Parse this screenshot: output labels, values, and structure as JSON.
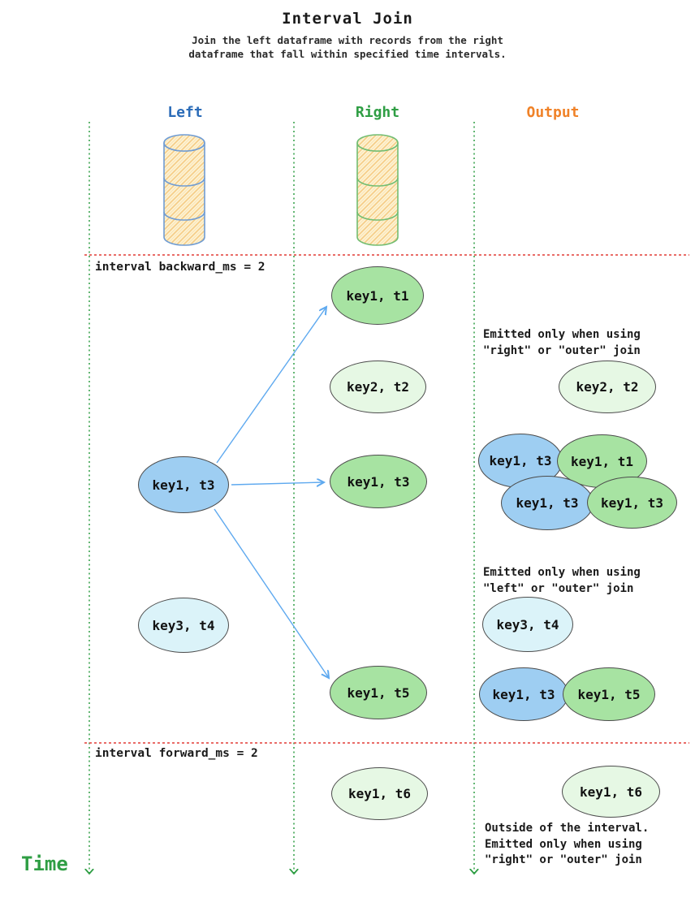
{
  "title": "Interval Join",
  "subtitle": {
    "line1": "Join the left dataframe with records from the right",
    "line2": "dataframe that fall within specified time intervals."
  },
  "columns": {
    "left_label": "Left",
    "right_label": "Right",
    "output_label": "Output"
  },
  "intervals": {
    "backward_label": "interval backward_ms = 2",
    "forward_label": "interval forward_ms = 2"
  },
  "time_label": "Time",
  "annotations": {
    "right_outer": {
      "line1": "Emitted only when using",
      "line2": "\"right\" or \"outer\" join"
    },
    "left_outer": {
      "line1": "Emitted only when using",
      "line2": "\"left\" or \"outer\" join"
    },
    "outside": {
      "line1": "Outside of the interval.",
      "line2": "Emitted only when using",
      "line3": "\"right\" or \"outer\" join"
    }
  },
  "nodes": {
    "right_key1_t1": "key1, t1",
    "right_key2_t2": "key2, t2",
    "output_key2_t2": "key2, t2",
    "left_key1_t3": "key1, t3",
    "right_key1_t3": "key1, t3",
    "output_cluster_blue_t3_top": "key1, t3",
    "output_cluster_green_t1": "key1, t1",
    "output_cluster_blue_t3_bottom": "key1, t3",
    "output_cluster_green_t3": "key1, t3",
    "left_key3_t4": "key3, t4",
    "output_key3_t4": "key3, t4",
    "right_key1_t5": "key1, t5",
    "output_pair_blue_t3": "key1, t3",
    "output_pair_green_t5": "key1, t5",
    "right_key1_t6": "key1, t6",
    "output_key1_t6": "key1, t6"
  },
  "colors": {
    "left_header": "#2b6cb8",
    "right_header": "#2f9e44",
    "output_header": "#f08228",
    "node_blue": "#9ecef2",
    "node_green": "#a7e3a2",
    "node_pale_green": "#e6f8e4",
    "node_pale_cyan": "#dbf3f9",
    "axis_green": "#2f9e44",
    "interval_red": "#e23c36",
    "arrow_blue": "#5ea9ef",
    "cylinder_fill": "#fdf3d6"
  }
}
